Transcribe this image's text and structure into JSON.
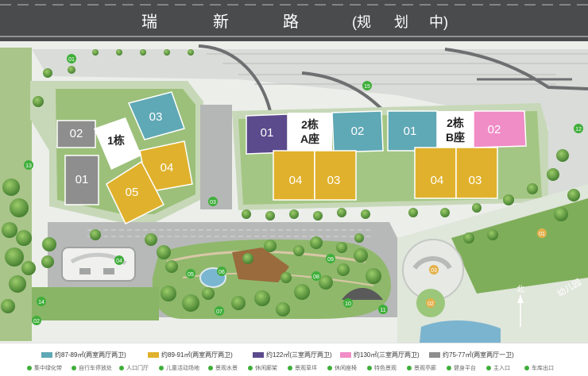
{
  "road": {
    "label_chars": [
      "瑞",
      "新",
      "路",
      "(规",
      "划",
      "中)"
    ]
  },
  "units": [
    {
      "id": "b1-01",
      "label": "01",
      "color": "#8e8e8e"
    },
    {
      "id": "b1-02",
      "label": "02",
      "color": "#8e8e8e"
    },
    {
      "id": "b1-03",
      "label": "03",
      "color": "#5fa8b5"
    },
    {
      "id": "b1-04",
      "label": "04",
      "color": "#e0b12c"
    },
    {
      "id": "b1-05",
      "label": "05",
      "color": "#e0b12c"
    },
    {
      "id": "b2a-01",
      "label": "01",
      "color": "#5b4a8c"
    },
    {
      "id": "b2a-02",
      "label": "02",
      "color": "#5fa8b5"
    },
    {
      "id": "b2a-04",
      "label": "04",
      "color": "#e0b12c"
    },
    {
      "id": "b2a-03",
      "label": "03",
      "color": "#e0b12c"
    },
    {
      "id": "b2b-01",
      "label": "01",
      "color": "#5fa8b5"
    },
    {
      "id": "b2b-02",
      "label": "02",
      "color": "#f08cc6"
    },
    {
      "id": "b2b-04",
      "label": "04",
      "color": "#e0b12c"
    },
    {
      "id": "b2b-03",
      "label": "03",
      "color": "#e0b12c"
    }
  ],
  "buildings": {
    "b1": "1栋",
    "b2a": [
      "2栋",
      "A座"
    ],
    "b2b": [
      "2栋",
      "B座"
    ]
  },
  "markers": [
    {
      "id": "m01",
      "label": "01"
    },
    {
      "id": "m02",
      "label": "02"
    },
    {
      "id": "m03",
      "label": "03"
    },
    {
      "id": "m04",
      "label": "04"
    },
    {
      "id": "m05",
      "label": "05"
    },
    {
      "id": "m06",
      "label": "06"
    },
    {
      "id": "m07",
      "label": "07"
    },
    {
      "id": "m08",
      "label": "08"
    },
    {
      "id": "m09",
      "label": "09"
    },
    {
      "id": "m10",
      "label": "10"
    },
    {
      "id": "m11",
      "label": "11"
    },
    {
      "id": "m12",
      "label": "12"
    },
    {
      "id": "m13",
      "label": "13"
    },
    {
      "id": "m14",
      "label": "14"
    },
    {
      "id": "m15",
      "label": "15"
    }
  ],
  "kindergarten": {
    "label": "幼儿园",
    "markers": [
      {
        "id": "k01",
        "label": "01"
      },
      {
        "id": "k02",
        "label": "02"
      },
      {
        "id": "k03",
        "label": "03"
      }
    ]
  },
  "compass": {
    "label": "北"
  },
  "legend": [
    {
      "color": "#5fa8b5",
      "text": "约87-89㎡(两室两厅两卫)"
    },
    {
      "color": "#e0b12c",
      "text": "约89-91㎡(两室两厅两卫)"
    },
    {
      "color": "#5b4a8c",
      "text": "约122㎡(三室两厅两卫)"
    },
    {
      "color": "#f08cc6",
      "text": "约130㎡(三室两厅两卫)"
    },
    {
      "color": "#8e8e8e",
      "text": "约75-77㎡(两室两厅一卫)"
    }
  ],
  "legend_sub": [
    "集中绿化带",
    "自行车停放处",
    "人口门厅",
    "儿童活动场地",
    "景观水景",
    "休闲廊架",
    "景观草坪",
    "休闲座椅",
    "特色景观",
    "景观亭廊",
    "健身平台",
    "主入口",
    "车库出口"
  ]
}
